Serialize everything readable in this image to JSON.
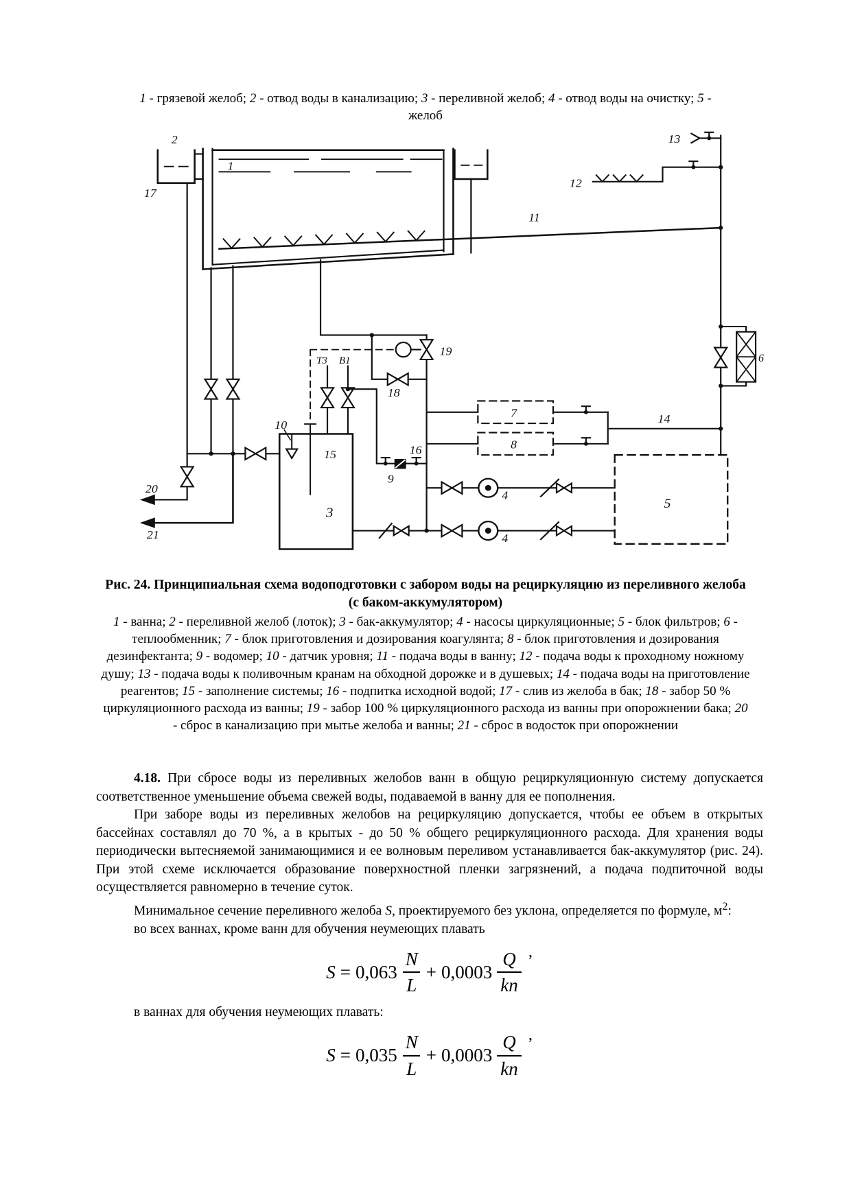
{
  "page": {
    "top_caption": [
      {
        "t": "1",
        "i": true
      },
      {
        "t": " - грязевой желоб; "
      },
      {
        "t": "2",
        "i": true
      },
      {
        "t": " - отвод воды в канализацию; "
      },
      {
        "t": "3",
        "i": true
      },
      {
        "t": " - переливной желоб; "
      },
      {
        "t": "4",
        "i": true
      },
      {
        "t": " - отвод воды на очистку; "
      },
      {
        "t": "5",
        "i": true
      },
      {
        "t": " - желоб"
      }
    ],
    "figure": {
      "caption": "Рис. 24. Принципиальная схема водоподготовки с забором воды на рециркуляцию из переливного желоба (с баком-аккумулятором)",
      "legend": [
        {
          "t": "1",
          "i": true
        },
        {
          "t": " - ванна; "
        },
        {
          "t": "2",
          "i": true
        },
        {
          "t": " - переливной желоб (лоток); "
        },
        {
          "t": "3",
          "i": true
        },
        {
          "t": " - бак-аккумулятор; "
        },
        {
          "t": "4",
          "i": true
        },
        {
          "t": " - насосы циркуляционные; "
        },
        {
          "t": "5",
          "i": true
        },
        {
          "t": " - блок фильтров; "
        },
        {
          "t": "6",
          "i": true
        },
        {
          "t": " - теплообменник; "
        },
        {
          "t": "7",
          "i": true
        },
        {
          "t": " - блок приготовления и дозирования коагулянта; "
        },
        {
          "t": "8",
          "i": true
        },
        {
          "t": " - блок приготовления и дозирования дезинфектанта; "
        },
        {
          "t": "9",
          "i": true
        },
        {
          "t": " - водомер; "
        },
        {
          "t": "10",
          "i": true
        },
        {
          "t": " - датчик уровня; "
        },
        {
          "t": "11",
          "i": true
        },
        {
          "t": " - подача воды в ванну; "
        },
        {
          "t": "12",
          "i": true
        },
        {
          "t": " - подача воды к проходному ножному душу; "
        },
        {
          "t": "13",
          "i": true
        },
        {
          "t": " - подача воды к поливочным кранам на обходной дорожке и в душевых; "
        },
        {
          "t": "14",
          "i": true
        },
        {
          "t": " - подача воды на приготовление реагентов; "
        },
        {
          "t": "15",
          "i": true
        },
        {
          "t": " - заполнение системы; "
        },
        {
          "t": "16",
          "i": true
        },
        {
          "t": " - подпитка исходной водой; "
        },
        {
          "t": "17",
          "i": true
        },
        {
          "t": " - слив из желоба в бак; "
        },
        {
          "t": "18",
          "i": true
        },
        {
          "t": " - забор 50 % циркуляционного расхода из ванны; "
        },
        {
          "t": "19",
          "i": true
        },
        {
          "t": " - забор 100 % циркуляционного расхода из ванны при опорожнении бака; "
        },
        {
          "t": "20",
          "i": true
        },
        {
          "t": " - сброс в канализацию при мытье желоба и ванны; "
        },
        {
          "t": "21",
          "i": true
        },
        {
          "t": " - сброс в водосток при опорожнении"
        }
      ]
    },
    "paragraphs": {
      "p1": [
        {
          "t": "4.18.",
          "b": true
        },
        {
          "t": " При сбросе воды из переливных желобов ванн в общую рециркуляционную систему допускается соответственное уменьшение объема свежей воды, подаваемой в ванну для ее пополнения."
        }
      ],
      "p2": [
        {
          "t": "При заборе воды из переливных желобов на рециркуляцию допускается, чтобы ее объем в открытых бассейнах составлял до 70 %, а в крытых - до 50 % общего рециркуляционного расхода. Для хранения воды периодически вытесняемой занимающимися и ее волновым переливом устанавливается бак-аккумулятор (рис. 24). При этой схеме исключается образование поверхностной пленки загрязнений, а подача подпиточной воды осуществляется равномерно в течение суток."
        }
      ],
      "p3": [
        {
          "t": "Минимальное сечение переливного желоба "
        },
        {
          "t": "S",
          "i": true
        },
        {
          "t": ", проектируемого без уклона, определяется по формуле, м"
        },
        {
          "t": "2",
          "sup": true
        },
        {
          "t": ":"
        }
      ],
      "case_a": "во всех ваннах, кроме ванн для обучения неумеющих плавать",
      "case_b": "в ваннах для обучения неумеющих плавать:"
    },
    "formulas": {
      "f1": {
        "lhs": "S",
        "eq": "=",
        "c1": "0,063",
        "n1": "N",
        "d1": "L",
        "op": "+",
        "c2": "0,0003",
        "n2": "Q",
        "d2": "kn",
        "prime": "’"
      },
      "f2": {
        "lhs": "S",
        "eq": "=",
        "c1": "0,035",
        "n1": "N",
        "d1": "L",
        "op": "+",
        "c2": "0,0003",
        "n2": "Q",
        "d2": "kn",
        "prime": "’"
      }
    }
  },
  "diagram": {
    "labels": {
      "n1": "1",
      "n2": "2",
      "n3": "3",
      "n4a": "4",
      "n4b": "4",
      "n5": "5",
      "n6": "6",
      "n7": "7",
      "n8": "8",
      "n9": "9",
      "n10": "10",
      "n11": "11",
      "n12": "12",
      "n13": "13",
      "n14": "14",
      "n15": "15",
      "n16": "16",
      "n17": "17",
      "n18": "18",
      "n19": "19",
      "n20": "20",
      "n21": "21",
      "t3": "Т3",
      "v1": "В1"
    },
    "ink_color": "#111111"
  }
}
